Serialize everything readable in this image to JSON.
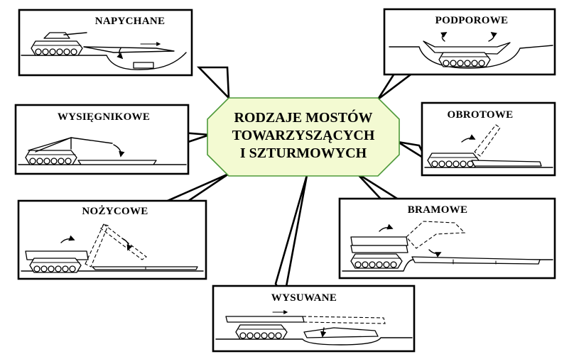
{
  "center": {
    "title_lines": [
      "RODZAJE MOSTÓW",
      "TOWARZYSZĄCYCH",
      "I SZTURMOWYCH"
    ],
    "fill_color": "#f3fad2",
    "border_color": "#4e9a3a"
  },
  "boxes": {
    "napychane": "NAPYCHANE",
    "podporowe": "PODPOROWE",
    "wysiegnikowe": "WYSIĘGNIKOWE",
    "obrotowe": "OBROTOWE",
    "nozycowe": "NOŻYCOWE",
    "bramowe": "BRAMOWE",
    "wysuwane": "WYSUWANE"
  }
}
